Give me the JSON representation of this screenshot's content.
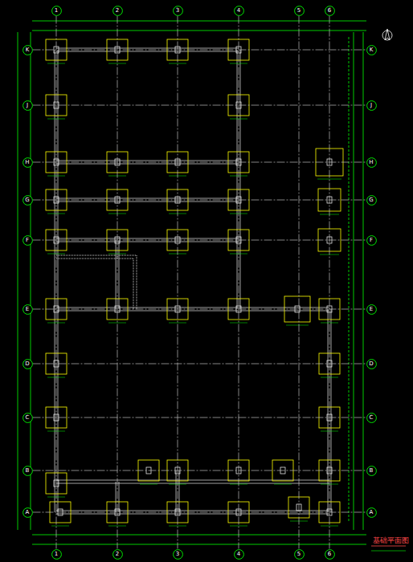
{
  "diagram": {
    "title": "基础平面图",
    "nodes": [
      {
        "text": [
          "1"
        ]
      },
      {
        "text": [
          "2"
        ]
      },
      {
        "text": [
          "3"
        ]
      },
      {
        "text": [
          "4"
        ]
      },
      {
        "text": [
          "5"
        ]
      },
      {
        "text": [
          "6"
        ]
      },
      {
        "text": [
          "K"
        ]
      },
      {
        "text": [
          "J"
        ]
      },
      {
        "text": [
          "H"
        ]
      },
      {
        "text": [
          "G"
        ]
      },
      {
        "text": [
          "F"
        ]
      },
      {
        "text": [
          "E"
        ]
      },
      {
        "text": [
          "D"
        ]
      },
      {
        "text": [
          "C"
        ]
      },
      {
        "text": [
          "B"
        ]
      },
      {
        "text": [
          "A"
        ]
      },
      {
        "text": [
          "K"
        ]
      },
      {
        "text": [
          "J"
        ]
      },
      {
        "text": [
          "H"
        ]
      },
      {
        "text": [
          "G"
        ]
      },
      {
        "text": [
          "F"
        ]
      },
      {
        "text": [
          "E"
        ]
      },
      {
        "text": [
          "D"
        ]
      },
      {
        "text": [
          "C"
        ]
      },
      {
        "text": [
          "B"
        ]
      },
      {
        "text": [
          "A"
        ]
      },
      {
        "text": [
          "1"
        ]
      },
      {
        "text": [
          "2"
        ]
      },
      {
        "text": [
          "3"
        ]
      },
      {
        "text": [
          "4"
        ]
      },
      {
        "text": [
          "5"
        ]
      },
      {
        "text": [
          "6"
        ]
      }
    ],
    "edges": [
      {
        "from": 0,
        "to": 26,
        "arrow": "none"
      },
      {
        "from": 1,
        "to": 27,
        "arrow": "none"
      },
      {
        "from": 2,
        "to": 28,
        "arrow": "none"
      },
      {
        "from": 3,
        "to": 29,
        "arrow": "none"
      },
      {
        "from": 4,
        "to": 30,
        "arrow": "none"
      },
      {
        "from": 5,
        "to": 31,
        "arrow": "none"
      },
      {
        "from": 6,
        "to": 16,
        "arrow": "none"
      },
      {
        "from": 7,
        "to": 17,
        "arrow": "none"
      },
      {
        "from": 8,
        "to": 18,
        "arrow": "none"
      },
      {
        "from": 9,
        "to": 19,
        "arrow": "none"
      },
      {
        "from": 10,
        "to": 20,
        "arrow": "none"
      },
      {
        "from": 11,
        "to": 21,
        "arrow": "none"
      },
      {
        "from": 12,
        "to": 22,
        "arrow": "none"
      },
      {
        "from": 13,
        "to": 23,
        "arrow": "none"
      },
      {
        "from": 14,
        "to": 24,
        "arrow": "none"
      },
      {
        "from": 15,
        "to": 25,
        "arrow": "none"
      }
    ]
  }
}
